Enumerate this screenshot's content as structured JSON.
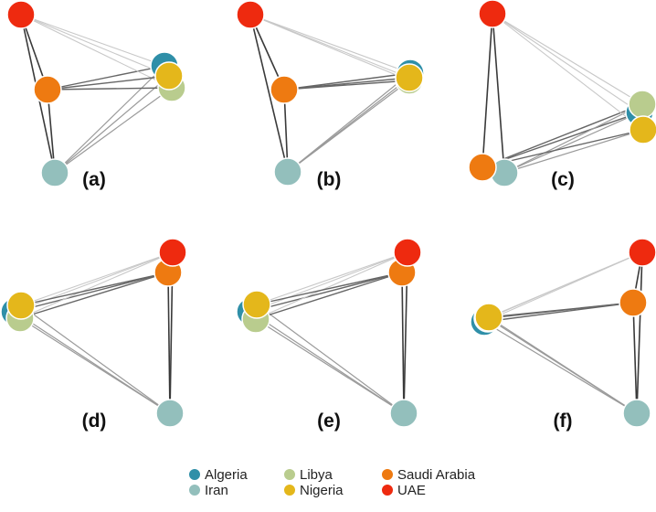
{
  "legend": {
    "items": [
      {
        "key": "algeria",
        "label": "Algeria",
        "color": "#2F8FA8"
      },
      {
        "key": "iran",
        "label": "Iran",
        "color": "#93BFBC"
      },
      {
        "key": "libya",
        "label": "Libya",
        "color": "#B9CC8E"
      },
      {
        "key": "nigeria",
        "label": "Nigeria",
        "color": "#E4B71B"
      },
      {
        "key": "saudi",
        "label": "Saudi Arabia",
        "color": "#EE7A11"
      },
      {
        "key": "uae",
        "label": "UAE",
        "color": "#EE2A0F"
      }
    ]
  },
  "panels": [
    {
      "label": "(a)"
    },
    {
      "label": "(b)"
    },
    {
      "label": "(c)"
    },
    {
      "label": "(d)"
    },
    {
      "label": "(e)"
    },
    {
      "label": "(f)"
    }
  ]
}
